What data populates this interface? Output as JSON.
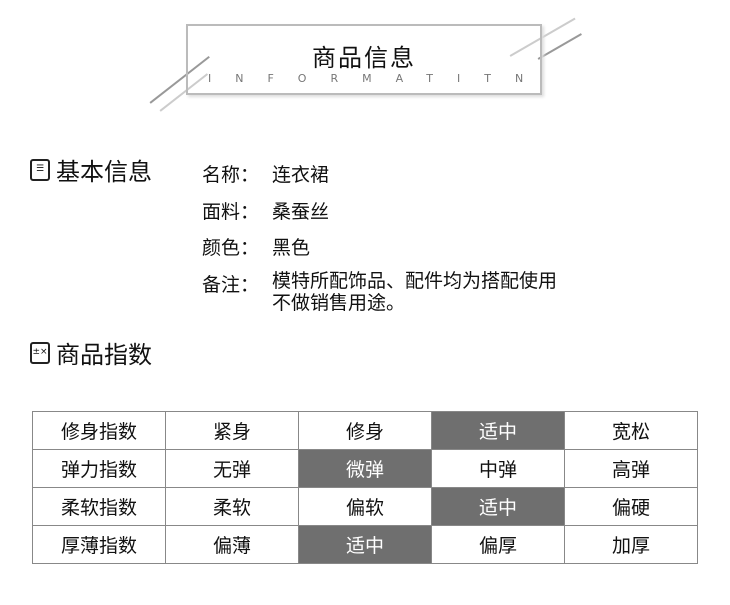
{
  "header": {
    "title": "商品信息",
    "subtitle": "INFORMATITN"
  },
  "basic": {
    "title": "基本信息",
    "icon": "clipboard-icon",
    "items": [
      {
        "label": "名称：",
        "value": "连衣裙"
      },
      {
        "label": "面料：",
        "value": "桑蚕丝"
      },
      {
        "label": "颜色：",
        "value": "黑色"
      },
      {
        "label": "备注：",
        "value": "模特所配饰品、配件均为搭配使用",
        "value2": "不做销售用途。"
      }
    ]
  },
  "index": {
    "title": "商品指数",
    "icon": "calculator-icon",
    "rows": [
      {
        "cells": [
          "修身指数",
          "紧身",
          "修身",
          "适中",
          "宽松"
        ],
        "selected": 3
      },
      {
        "cells": [
          "弹力指数",
          "无弹",
          "微弹",
          "中弹",
          "高弹"
        ],
        "selected": 2
      },
      {
        "cells": [
          "柔软指数",
          "柔软",
          "偏软",
          "适中",
          "偏硬"
        ],
        "selected": 3
      },
      {
        "cells": [
          "厚薄指数",
          "偏薄",
          "适中",
          "偏厚",
          "加厚"
        ],
        "selected": 2
      }
    ]
  },
  "colors": {
    "highlight": "#6f6f6f"
  }
}
